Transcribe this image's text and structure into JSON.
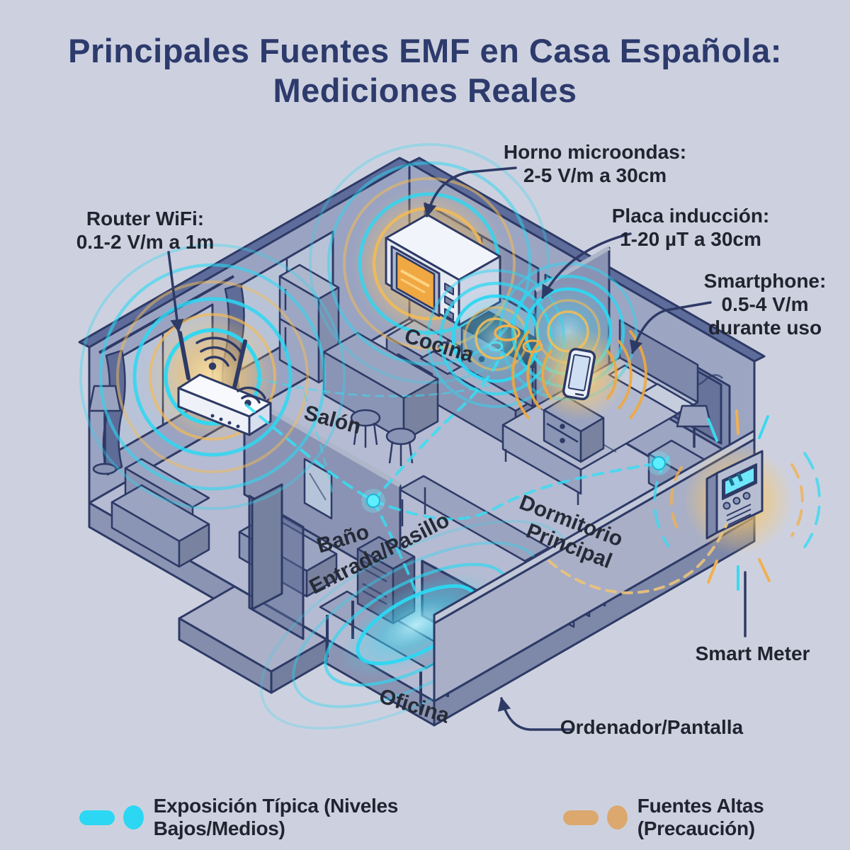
{
  "title": {
    "line1": "Principales Fuentes EMF en Casa Española:",
    "line2": "Mediciones Reales"
  },
  "annotations": {
    "microwave": {
      "title": "Horno microondas:",
      "value": "2-5 V/m a 30cm"
    },
    "router": {
      "title": "Router WiFi:",
      "value": "0.1-2 V/m a 1m"
    },
    "induction": {
      "title": "Placa inducción:",
      "value": "1-20 µT a 30cm"
    },
    "smartphone": {
      "title": "Smartphone:",
      "value_line1": "0.5-4 V/m",
      "value_line2": "durante uso"
    },
    "smart_meter": {
      "title": "Smart Meter"
    },
    "computer": {
      "title": "Ordenador/Pantalla"
    }
  },
  "rooms": {
    "cocina": "Cocina",
    "salon": "Salón",
    "bano": "Baño",
    "entrada_pasillo": "Entrada/Pasillo",
    "dormitorio_line1": "Dormitorio",
    "dormitorio_line2": "Principal",
    "oficina": "Oficina"
  },
  "legend": {
    "typical": {
      "label": "Exposición Típica (Niveles Bajos/Medios)",
      "color": "#2bd7f2"
    },
    "high": {
      "label": "Fuentes Altas (Precaución)",
      "color": "#dca86e"
    }
  },
  "colors": {
    "background": "#cdd1df",
    "title_text": "#2d3a6c",
    "label_text": "#1f242e",
    "outline_navy": "#2e3a66",
    "cyan": "#2bd7f2",
    "amber": "#f3bb55",
    "tan": "#dca86e"
  }
}
